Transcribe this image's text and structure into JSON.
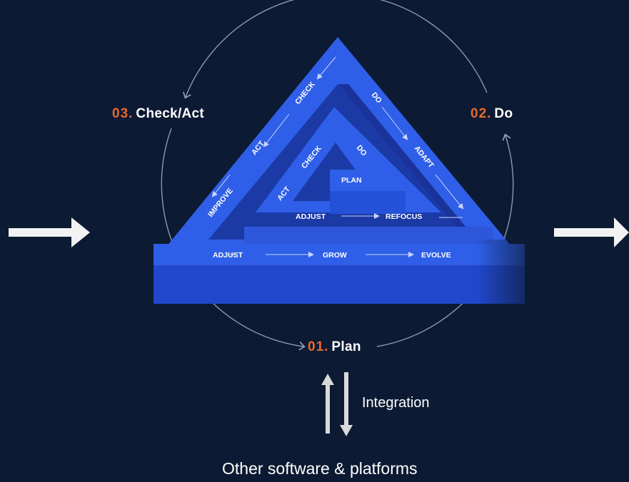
{
  "phases": [
    {
      "num": "03.",
      "name": "Check/Act"
    },
    {
      "num": "02.",
      "name": "Do"
    },
    {
      "num": "01.",
      "name": "Plan"
    }
  ],
  "outer_ring": {
    "left": [
      "IMPROVE",
      "ACT",
      "CHECK"
    ],
    "right": [
      "DO",
      "ADAPT"
    ],
    "bottom": [
      "ADJUST",
      "GROW",
      "EVOLVE"
    ]
  },
  "inner_ring": {
    "left": [
      "ACT",
      "CHECK"
    ],
    "right": [
      "DO"
    ],
    "bottom": [
      "ADJUST",
      "REFOCUS"
    ],
    "center": "PLAN"
  },
  "integration_label": "Integration",
  "footer_label": "Other software & platforms",
  "colors": {
    "background": "#0c1a33",
    "triangle_top": "#2f5fe8",
    "triangle_side": "#1e3fb3",
    "accent": "#e8692a",
    "arrow": "#f2f2f2"
  }
}
